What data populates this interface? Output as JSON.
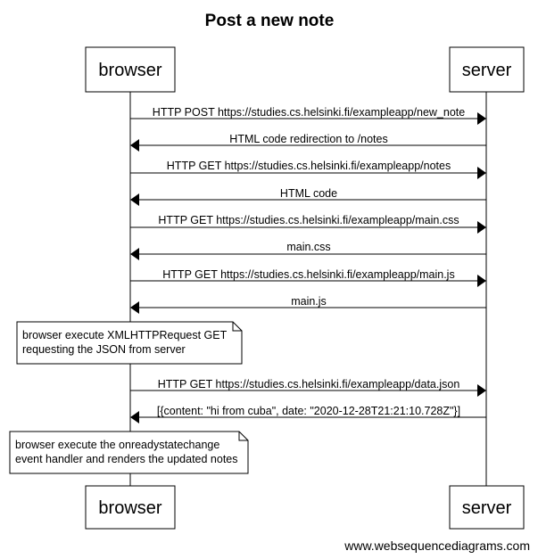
{
  "title": "Post a new note",
  "participants": [
    "browser",
    "server"
  ],
  "messages": [
    {
      "from": "browser",
      "to": "server",
      "text": "HTTP POST https://studies.cs.helsinki.fi/exampleapp/new_note"
    },
    {
      "from": "server",
      "to": "browser",
      "text": "HTML code redirection to /notes"
    },
    {
      "from": "browser",
      "to": "server",
      "text": "HTTP GET https://studies.cs.helsinki.fi/exampleapp/notes"
    },
    {
      "from": "server",
      "to": "browser",
      "text": "HTML code"
    },
    {
      "from": "browser",
      "to": "server",
      "text": "HTTP GET https://studies.cs.helsinki.fi/exampleapp/main.css"
    },
    {
      "from": "server",
      "to": "browser",
      "text": "main.css"
    },
    {
      "from": "browser",
      "to": "server",
      "text": "HTTP GET https://studies.cs.helsinki.fi/exampleapp/main.js"
    },
    {
      "from": "server",
      "to": "browser",
      "text": "main.js"
    },
    {
      "from": "browser",
      "to": "server",
      "text": "HTTP GET https://studies.cs.helsinki.fi/exampleapp/data.json"
    },
    {
      "from": "server",
      "to": "browser",
      "text": "[{content: \"hi from cuba\", date: \"2020-12-28T21:21:10.728Z\"}]"
    }
  ],
  "notes": [
    {
      "lines": [
        "browser execute XMLHTTPRequest GET",
        "requesting the JSON from server"
      ]
    },
    {
      "lines": [
        "browser execute the onreadystatechange",
        "event handler and renders the updated notes"
      ]
    }
  ],
  "watermark": "www.websequencediagrams.com"
}
